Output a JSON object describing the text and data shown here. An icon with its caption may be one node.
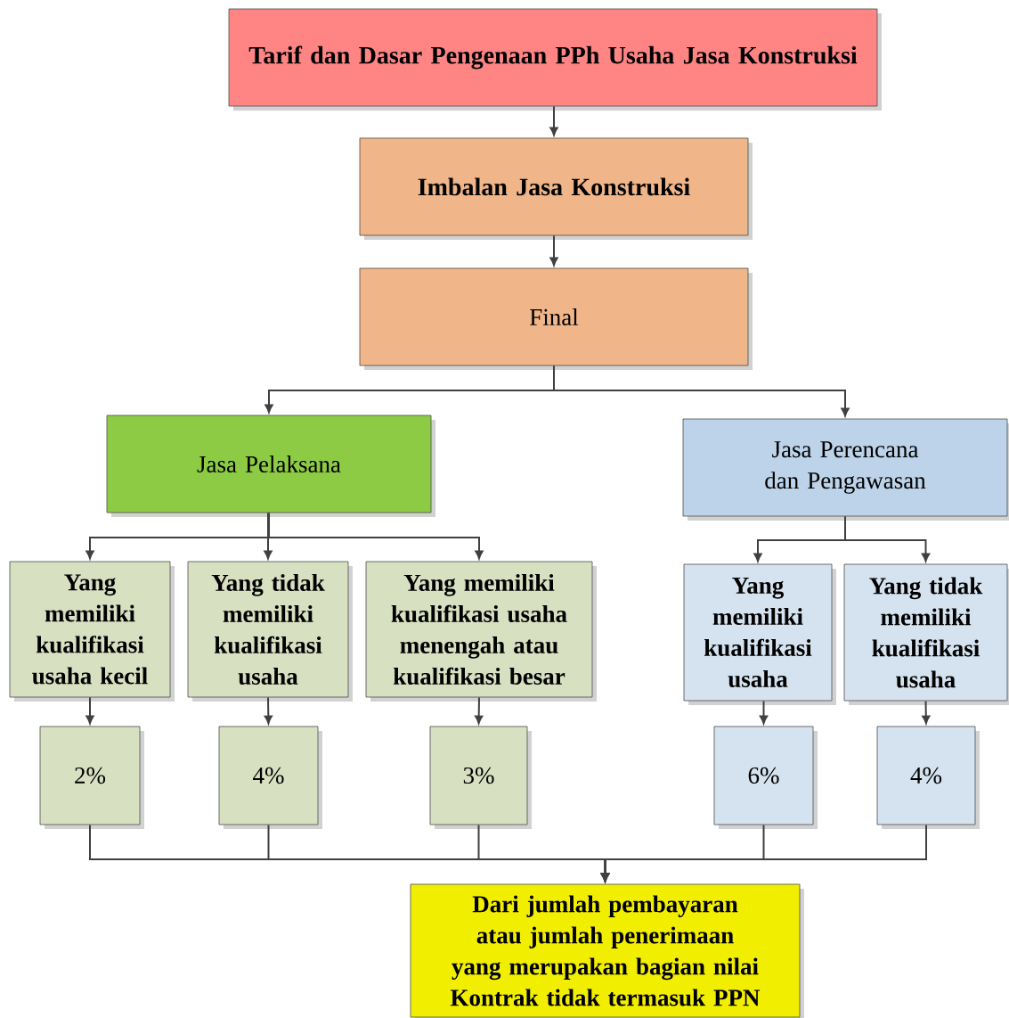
{
  "diagram": {
    "nodes": [
      {
        "text": [
          "Tarif dan Dasar Pengenaan PPh Usaha Jasa Konstruksi"
        ]
      },
      {
        "text": [
          "Imbalan Jasa Konstruksi"
        ]
      },
      {
        "text": [
          "Final"
        ]
      },
      {
        "text": [
          "Jasa Pelaksana"
        ]
      },
      {
        "text": [
          "Jasa Perencana dan Pengawasan"
        ]
      },
      {
        "text": [
          "Yang memiliki kualifikasi usaha kecil"
        ]
      },
      {
        "text": [
          "Yang tidak memiliki kualifikasi usaha"
        ]
      },
      {
        "text": [
          "Yang memiliki kualifikasi usaha menengah atau kualifikasi besar"
        ]
      },
      {
        "text": [
          "Yang memiliki kualifikasi usaha"
        ]
      },
      {
        "text": [
          "Yang tidak memiliki kualifikasi usaha"
        ]
      },
      {
        "text": [
          "2%"
        ]
      },
      {
        "text": [
          "4%"
        ]
      },
      {
        "text": [
          "3%"
        ]
      },
      {
        "text": [
          "6%"
        ]
      },
      {
        "text": [
          "4%"
        ]
      },
      {
        "text": [
          "Dari jumlah pembayaran atau jumlah penerimaan yang merupakan bagian nilai Kontrak tidak termasuk PPN"
        ]
      }
    ],
    "edges": [
      {
        "from": 0,
        "to": 1,
        "arrow": "to"
      },
      {
        "from": 1,
        "to": 2,
        "arrow": "to"
      },
      {
        "from": 2,
        "to": 3,
        "arrow": "to"
      },
      {
        "from": 2,
        "to": 4,
        "arrow": "to"
      },
      {
        "from": 3,
        "to": 5,
        "arrow": "to"
      },
      {
        "from": 3,
        "to": 6,
        "arrow": "to"
      },
      {
        "from": 3,
        "to": 7,
        "arrow": "to"
      },
      {
        "from": 4,
        "to": 8,
        "arrow": "to"
      },
      {
        "from": 4,
        "to": 9,
        "arrow": "to"
      },
      {
        "from": 5,
        "to": 10,
        "arrow": "to"
      },
      {
        "from": 6,
        "to": 11,
        "arrow": "to"
      },
      {
        "from": 7,
        "to": 12,
        "arrow": "to"
      },
      {
        "from": 8,
        "to": 13,
        "arrow": "to"
      },
      {
        "from": 9,
        "to": 14,
        "arrow": "to"
      },
      {
        "from": 10,
        "to": 15,
        "arrow": "to"
      },
      {
        "from": 11,
        "to": 15,
        "arrow": "to"
      },
      {
        "from": 12,
        "to": 15,
        "arrow": "to"
      },
      {
        "from": 13,
        "to": 15,
        "arrow": "to"
      },
      {
        "from": 14,
        "to": 15,
        "arrow": "to"
      }
    ]
  }
}
